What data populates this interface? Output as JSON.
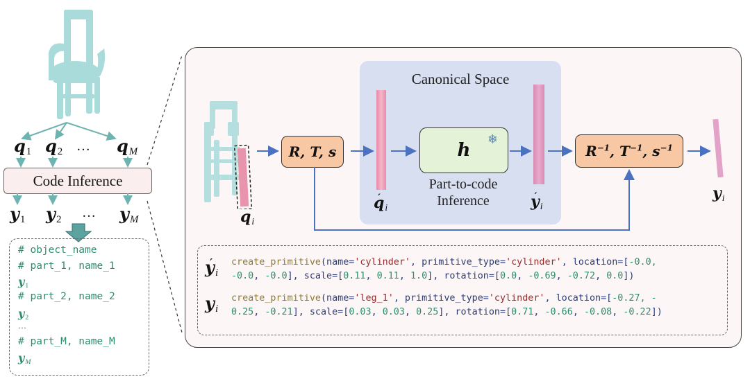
{
  "colors": {
    "panel_bg": "#fcf6f6",
    "canonical_bg": "#d7dff1",
    "transform_box": "#f8c8a4",
    "model_box": "#e4f2d8",
    "point_cloud": "#9fd8d6",
    "part_pink": "#e89ab0",
    "arrow_blue": "#4a72c0",
    "arrow_teal": "#6fb3b0",
    "code_green": "#2e8b6e",
    "code_string": "#9b2a2a",
    "code_function": "#8f7a2f"
  },
  "left": {
    "object_icon": "chair-point-cloud",
    "parts": [
      {
        "symbol": "q",
        "index": "1"
      },
      {
        "symbol": "q",
        "index": "2"
      },
      {
        "symbol": "q",
        "index": "M"
      }
    ],
    "ellipsis": "…",
    "code_inference_label": "Code Inference",
    "outputs": [
      {
        "symbol": "y",
        "index": "1"
      },
      {
        "symbol": "y",
        "index": "2"
      },
      {
        "symbol": "y",
        "index": "M"
      }
    ],
    "code_lines": [
      {
        "text": "# object_name",
        "kind": "comment"
      },
      {
        "text": "# part_1, name_1",
        "kind": "comment"
      },
      {
        "symbol": "y",
        "index": "1",
        "kind": "var"
      },
      {
        "text": "# part_2, name_2",
        "kind": "comment"
      },
      {
        "symbol": "y",
        "index": "2",
        "kind": "var"
      },
      {
        "text": "…",
        "kind": "ellipsis"
      },
      {
        "text": "# part_M, name_M",
        "kind": "comment"
      },
      {
        "symbol": "y",
        "index": "M",
        "kind": "var"
      }
    ]
  },
  "pipeline": {
    "input_part": {
      "symbol": "q",
      "index": "i"
    },
    "transform_label": "R, T, s",
    "transform_parts": [
      "R",
      "T",
      "s"
    ],
    "canonical_space_title": "Canonical Space",
    "canonical_part": {
      "symbol": "q",
      "prime": "′",
      "index": "i"
    },
    "model_label": "h",
    "frozen_icon": "❄",
    "model_caption_line1": "Part-to-code",
    "model_caption_line2": "Inference",
    "canonical_output": {
      "symbol": "y",
      "prime": "′",
      "index": "i"
    },
    "inverse_transform_parts": [
      "R",
      "T",
      "s"
    ],
    "inverse_exponent": "−1",
    "final_output": {
      "symbol": "y",
      "index": "i"
    }
  },
  "code_examples": [
    {
      "symbol": "y",
      "prime": "′",
      "index": "i",
      "line1": {
        "fn": "create_primitive",
        "name": "'cylinder'",
        "ptype": "'cylinder'",
        "loc_start": "-0.0,"
      },
      "line2": {
        "loc_rest": [
          "-0.0",
          "-0.0"
        ],
        "scale": [
          "0.11",
          "0.11",
          "1.0"
        ],
        "rotation": [
          "0.0",
          "-0.69",
          "-0.72",
          "0.0"
        ]
      }
    },
    {
      "symbol": "y",
      "index": "i",
      "line1": {
        "fn": "create_primitive",
        "name": "'leg_1'",
        "ptype": "'cylinder'",
        "loc_start": "-0.27, -"
      },
      "line2": {
        "loc_rest": [
          "0.25",
          "-0.21"
        ],
        "scale": [
          "0.03",
          "0.03",
          "0.25"
        ],
        "rotation": [
          "0.71",
          "-0.66",
          "-0.08",
          "-0.22"
        ]
      }
    }
  ],
  "code_tokens": {
    "open_name": "(name=",
    "ptype_key": ", primitive_type=",
    "loc_key": ", location=[",
    "scale_key": "], scale=[",
    "rot_key": "], rotation=[",
    "close": "])",
    "sep": ", "
  }
}
